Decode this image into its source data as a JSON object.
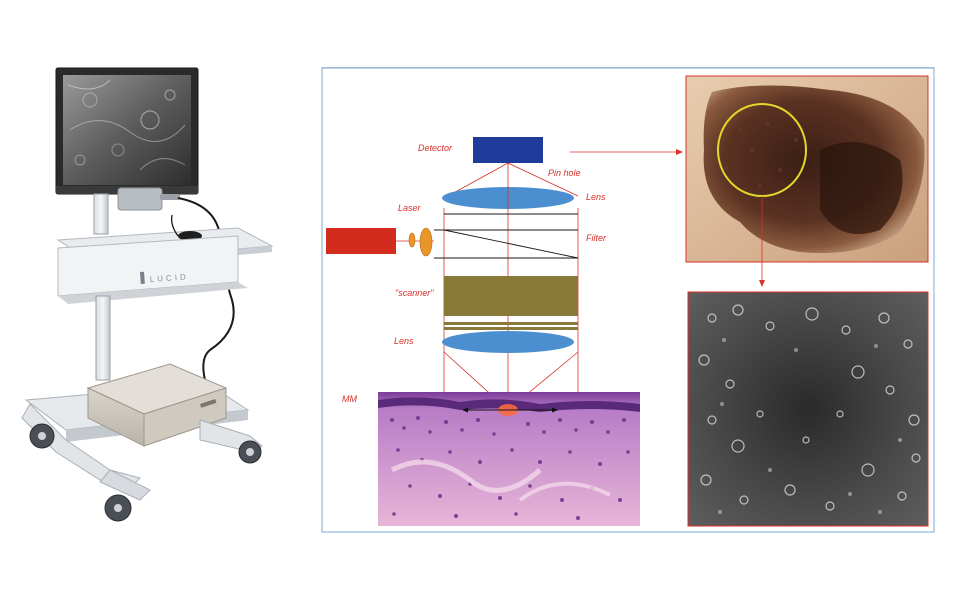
{
  "device": {
    "brand": "LUCID"
  },
  "diagram": {
    "labels": {
      "detector": "Detector",
      "pin_hole": "Pin hole",
      "lens_top": "Lens",
      "laser": "Laser",
      "filter": "Filter",
      "scanner": "\"scanner\"",
      "lens_bottom": "Lens",
      "mm": "MM"
    }
  },
  "colors": {
    "annotation": "#d9302a",
    "detector": "#1f3c9a",
    "laser": "#d32c1e",
    "lens": "#4b8fd0",
    "scanner": "#8a7a3a",
    "circle_highlight": "#e3d82c",
    "frame_border": "#7aaad6"
  }
}
